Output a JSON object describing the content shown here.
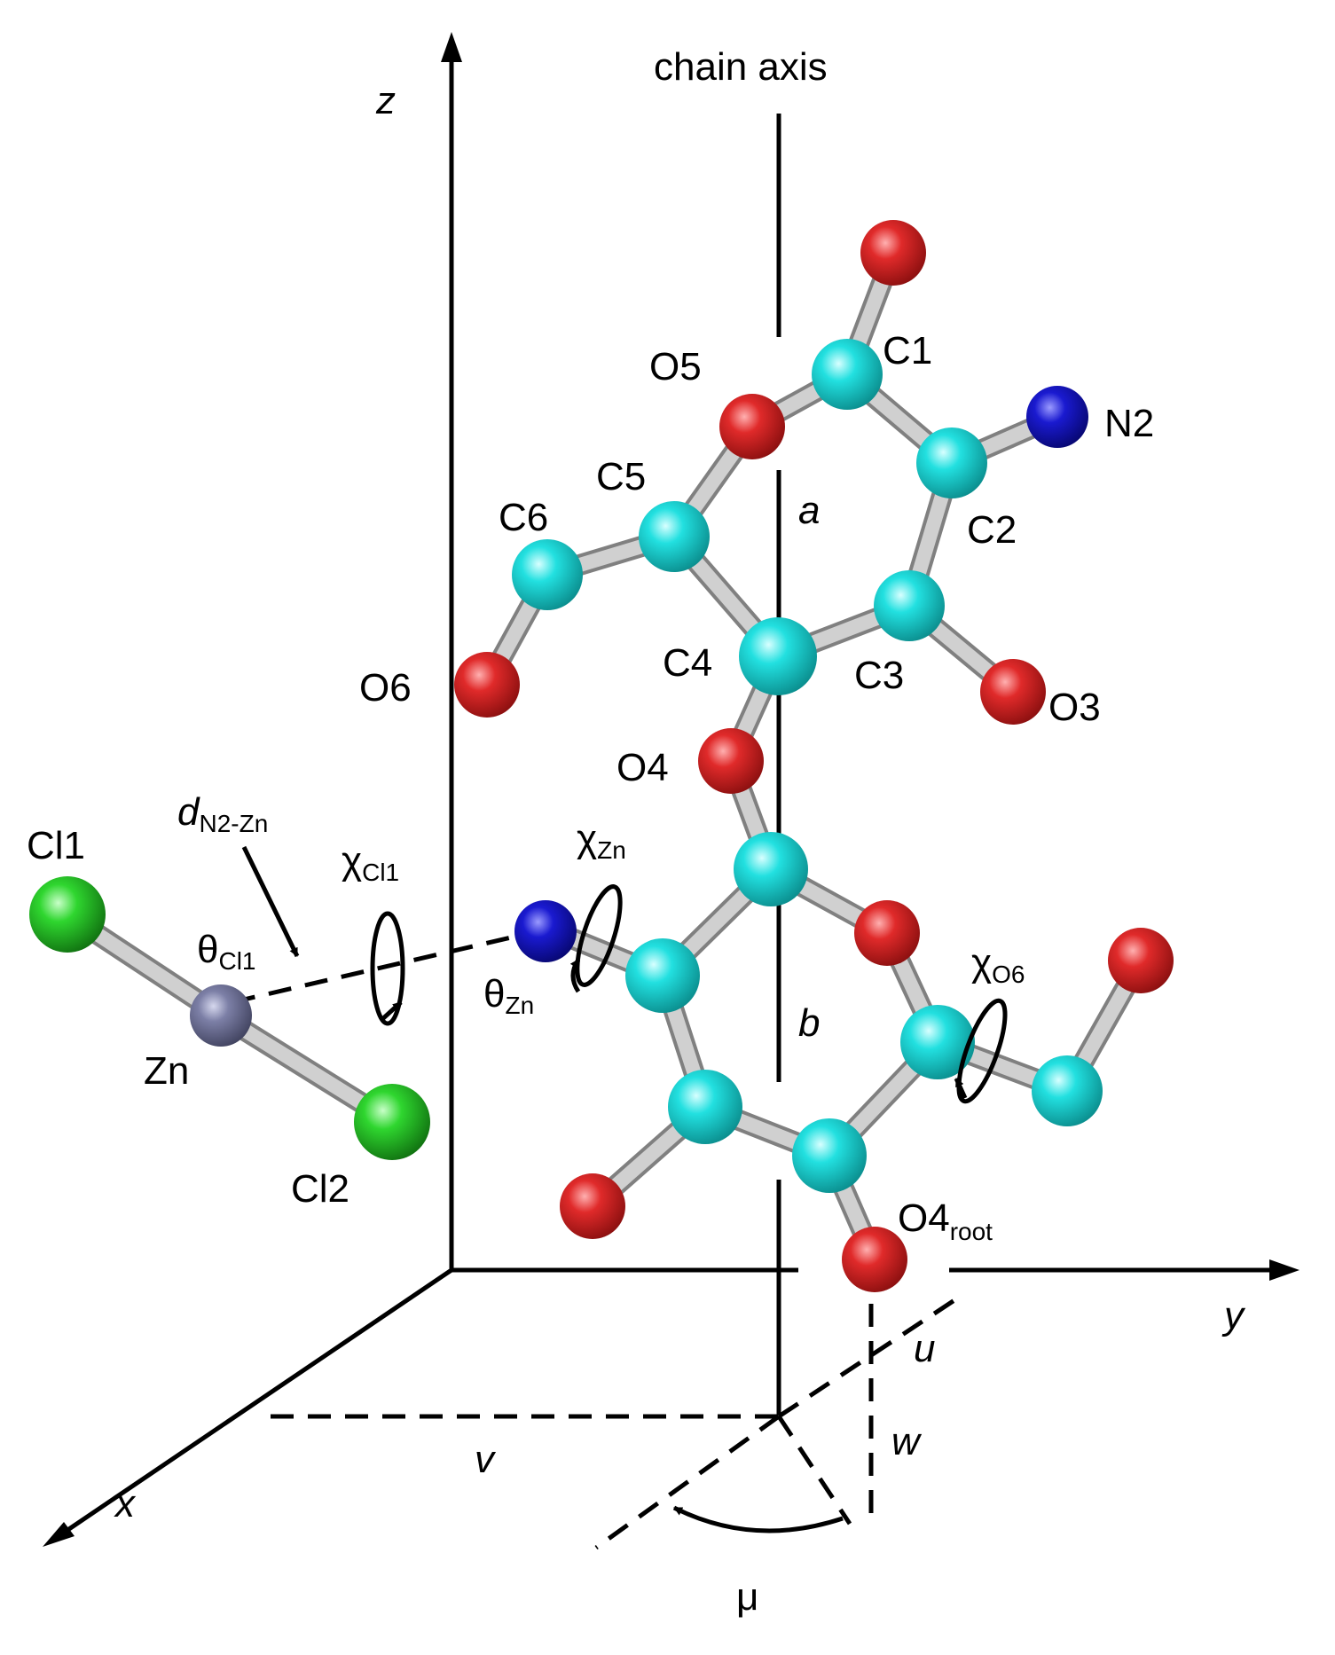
{
  "axes": {
    "x": "x",
    "y": "y",
    "z": "z",
    "chain_axis": "chain axis"
  },
  "residues": {
    "a": "a",
    "b": "b"
  },
  "atoms": {
    "C1": "C1",
    "C2": "C2",
    "C3": "C3",
    "C4": "C4",
    "C5": "C5",
    "C6": "C6",
    "O3": "O3",
    "O4": "O4",
    "O5": "O5",
    "O6": "O6",
    "N2": "N2",
    "Zn": "Zn",
    "Cl1": "Cl1",
    "Cl2": "Cl2",
    "O4root_main": "O4",
    "O4root_sub": "root"
  },
  "parameters": {
    "d_main": "d",
    "d_sub": "N2-Zn",
    "theta_cl1_main": "θ",
    "theta_cl1_sub": "Cl1",
    "theta_zn_main": "θ",
    "theta_zn_sub": "Zn",
    "chi_cl1_main": "χ",
    "chi_cl1_sub": "Cl1",
    "chi_zn_main": "χ",
    "chi_zn_sub": "Zn",
    "chi_o6_main": "χ",
    "chi_o6_sub": "O6",
    "u": "u",
    "v": "v",
    "w": "w",
    "mu": "μ"
  },
  "colors": {
    "carbon": "#22e0e0",
    "oxygen": "#e02a2a",
    "nitrogen": "#1a1ad0",
    "zinc": "#7c7fa6",
    "chlorine": "#2fd62f",
    "bond": "#c8c8c8"
  }
}
